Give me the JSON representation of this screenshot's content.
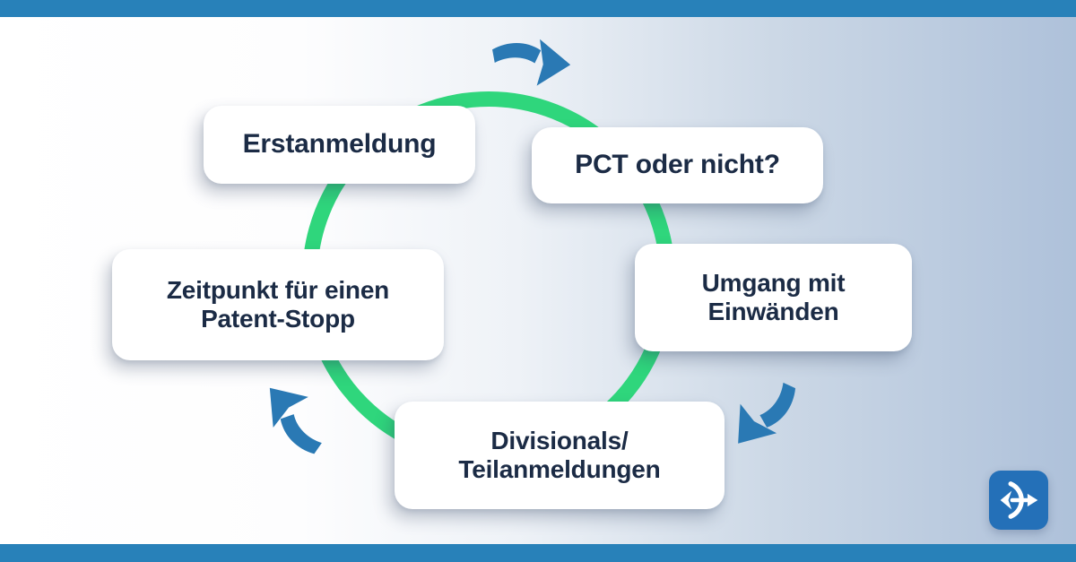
{
  "theme": {
    "top_bar_color": "#2881b9",
    "bottom_bar_color": "#2881b9",
    "background_left": "#ffffff",
    "background_right": "#aec1da",
    "ring_color": "#2fd67c",
    "arrow_color": "#2a79b4",
    "card_background": "#ffffff",
    "card_text_color": "#1b2b45",
    "logo_background": "#2470b8",
    "logo_glyph_color": "#ffffff"
  },
  "diagram": {
    "type": "cycle",
    "direction": "clockwise",
    "steps": [
      {
        "id": "erstanmeldung",
        "label": "Erstanmeldung"
      },
      {
        "id": "pct-oder-nicht",
        "label": "PCT oder nicht?"
      },
      {
        "id": "umgang-mit-einwaenden",
        "label": "Umgang mit\nEinwänden"
      },
      {
        "id": "divisionals-teilanmeldungen",
        "label": "Divisionals/\nTeilanmeldungen"
      },
      {
        "id": "zeitpunkt-patent-stopp",
        "label": "Zeitpunkt für einen\nPatent-Stopp"
      }
    ],
    "arrows": [
      {
        "position": "top",
        "points": "right"
      },
      {
        "position": "bottom-right",
        "points": "down-left"
      },
      {
        "position": "bottom-left",
        "points": "up-left"
      }
    ]
  },
  "logo": {
    "icon": "bow-arrow-icon"
  }
}
